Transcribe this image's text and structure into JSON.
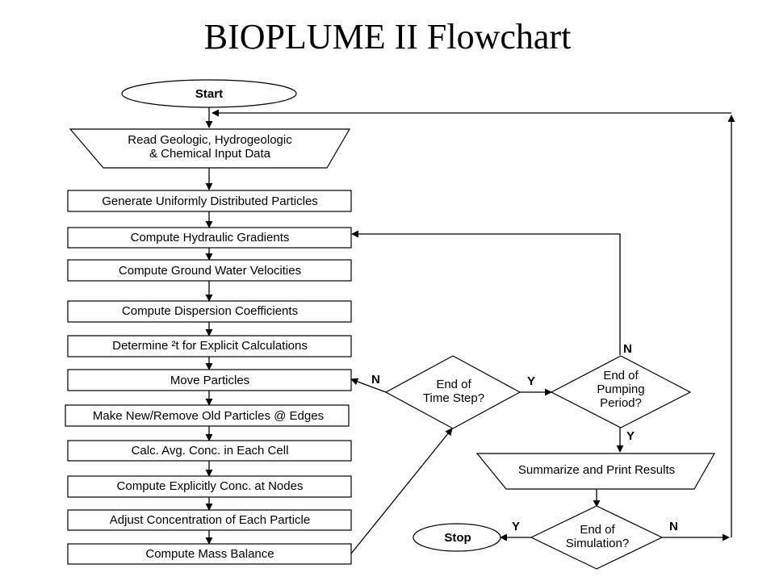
{
  "title": "BIOPLUME II Flowchart",
  "nodes": {
    "start": "Start",
    "read_input": [
      "Read Geologic, Hydrogeologic",
      "& Chemical Input Data"
    ],
    "generate": "Generate Uniformly Distributed Particles",
    "hydraulic": "Compute Hydraulic Gradients",
    "velocities": "Compute Ground Water Velocities",
    "dispersion": "Compute Dispersion Coefficients",
    "determine": "Determine ²t for Explicit Calculations",
    "move": "Move Particles",
    "make_new": "Make New/Remove Old Particles @ Edges",
    "calc_avg": "Calc. Avg. Conc. in Each Cell",
    "compute_explicit": "Compute Explicitly Conc. at Nodes",
    "adjust": "Adjust Concentration of Each Particle",
    "mass_balance": "Compute Mass Balance",
    "end_time_step": [
      "End of",
      "Time Step?"
    ],
    "end_pumping": [
      "End of",
      "Pumping",
      "Period?"
    ],
    "summarize": "Summarize and Print Results",
    "end_simulation": [
      "End of",
      "Simulation?"
    ],
    "stop": "Stop"
  },
  "edge_labels": {
    "time_step_no": "N",
    "time_step_yes": "Y",
    "pumping_no": "N",
    "pumping_yes": "Y",
    "simulation_yes": "Y",
    "simulation_no": "N"
  }
}
